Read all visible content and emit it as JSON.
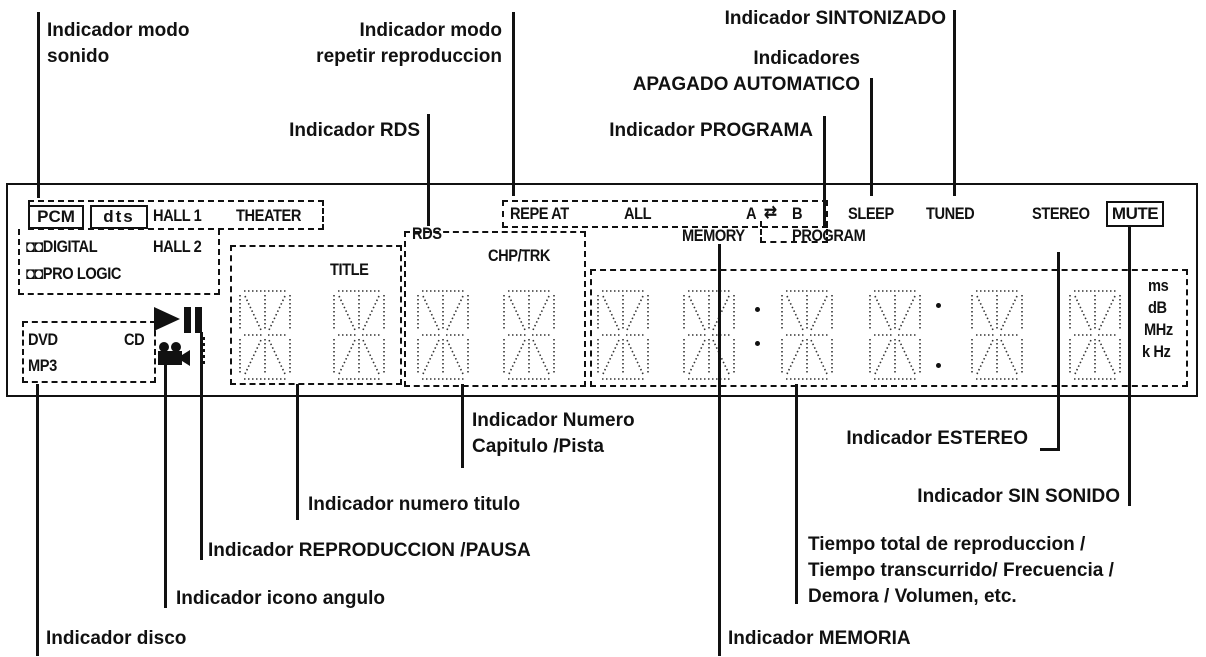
{
  "labels": {
    "sound_mode": [
      "Indicador modo",
      "sonido"
    ],
    "repeat_mode": [
      "Indicador modo",
      "repetir reproduccion"
    ],
    "tuned": "Indicador SINTONIZADO",
    "auto_off": [
      "Indicadores",
      "APAGADO AUTOMATICO"
    ],
    "rds": "Indicador RDS",
    "program": "Indicador  PROGRAMA",
    "chapter_track": [
      "Indicador Numero",
      "Capitulo /Pista"
    ],
    "stereo": "Indicador ESTEREO",
    "title_number": "Indicador numero titulo",
    "mute": "Indicador SIN SONIDO",
    "play_pause": "Indicador REPRODUCCION /PAUSA",
    "total_time": [
      "Tiempo total de reproduccion /",
      "Tiempo transcurrido/ Frecuencia /",
      "Demora / Volumen, etc."
    ],
    "angle": "Indicador icono angulo",
    "disc": "Indicador disco",
    "memory": "Indicador MEMORIA"
  },
  "display": {
    "pcm": "PCM",
    "dts": "dts",
    "hall1": "HALL 1",
    "theater": "THEATER",
    "hall2": "HALL 2",
    "digital": "DIGITAL",
    "pro_logic": "PRO LOGIC",
    "rds": "RDS",
    "repeat": "REPE AT",
    "all": "ALL",
    "a": "A",
    "b": "B",
    "memory": "MEMORY",
    "program": "PROGRAM",
    "sleep": "SLEEP",
    "tuned": "TUNED",
    "stereo": "STEREO",
    "mute": "MUTE",
    "title": "TITLE",
    "chp_trk": "CHP/TRK",
    "dvd": "DVD",
    "cd": "CD",
    "mp3": "MP3",
    "units": [
      "ms",
      "dB",
      "MHz",
      "k Hz"
    ]
  }
}
